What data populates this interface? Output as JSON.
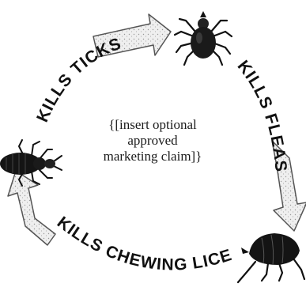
{
  "labels": {
    "kills_ticks": "KILLS TICKS",
    "kills_fleas": "KILLS FLEAS",
    "kills_chewing_lice": "KILLS CHEWING LICE"
  },
  "center_claim": {
    "line1": "{[insert optional",
    "line2": "approved",
    "line3": "marketing claim]}"
  },
  "icons": {
    "tick": "tick-icon",
    "flea": "flea-icon",
    "louse": "louse-icon"
  },
  "colors": {
    "ink": "#111111",
    "arrow_fill": "#ececec",
    "arrow_stroke": "#555555"
  }
}
